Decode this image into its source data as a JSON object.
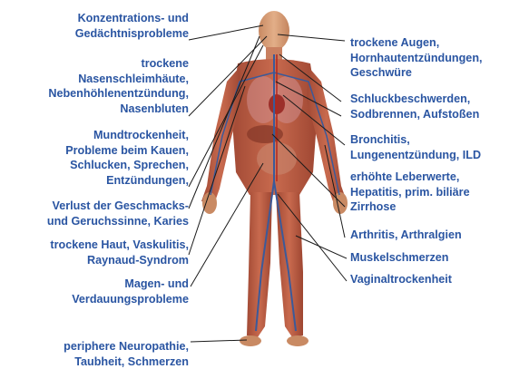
{
  "labels_left": [
    {
      "id": "konzentration",
      "lines": [
        "Konzentrations- und",
        "Gedächtnisprobleme"
      ]
    },
    {
      "id": "nase",
      "lines": [
        "trockene",
        "Nasenschleimhäute,",
        "Nebenhöhlenentzündung,",
        "Nasenbluten"
      ]
    },
    {
      "id": "mund",
      "lines": [
        "Mundtrockenheit,",
        "Probleme beim Kauen,",
        "Schlucken, Sprechen,",
        "Entzündungen,"
      ]
    },
    {
      "id": "geschmack",
      "lines": [
        "Verlust der Geschmacks-",
        "und Geruchssinne, Karies"
      ]
    },
    {
      "id": "haut",
      "lines": [
        "trockene Haut, Vaskulitis,",
        "Raynaud-Syndrom"
      ]
    },
    {
      "id": "magen",
      "lines": [
        "Magen- und",
        "Verdauungsprobleme"
      ]
    },
    {
      "id": "neuro",
      "lines": [
        "periphere Neuropathie,",
        "Taubheit, Schmerzen"
      ]
    }
  ],
  "labels_right": [
    {
      "id": "augen",
      "lines": [
        "trockene Augen,",
        "Hornhautentzündungen,",
        "Geschwüre"
      ]
    },
    {
      "id": "schluck",
      "lines": [
        "Schluckbeschwerden,",
        "Sodbrennen, Aufstoßen"
      ]
    },
    {
      "id": "bronchitis",
      "lines": [
        "Bronchitis,",
        "Lungenentzündung, ILD"
      ]
    },
    {
      "id": "leber",
      "lines": [
        "erhöhte Leberwerte,",
        "Hepatitis, prim. biliäre",
        "Zirrhose"
      ]
    },
    {
      "id": "arthritis",
      "lines": [
        "Arthritis, Arthralgien"
      ]
    },
    {
      "id": "muskel",
      "lines": [
        "Muskelschmerzen"
      ]
    },
    {
      "id": "vaginal",
      "lines": [
        "Vaginaltrockenheit"
      ]
    }
  ],
  "colors": {
    "label_text": "#2a55a2",
    "leader_line": "#1a1a1a",
    "skin": "#d9a07a",
    "muscle": "#b5563f",
    "vein": "#3b5a9a"
  }
}
